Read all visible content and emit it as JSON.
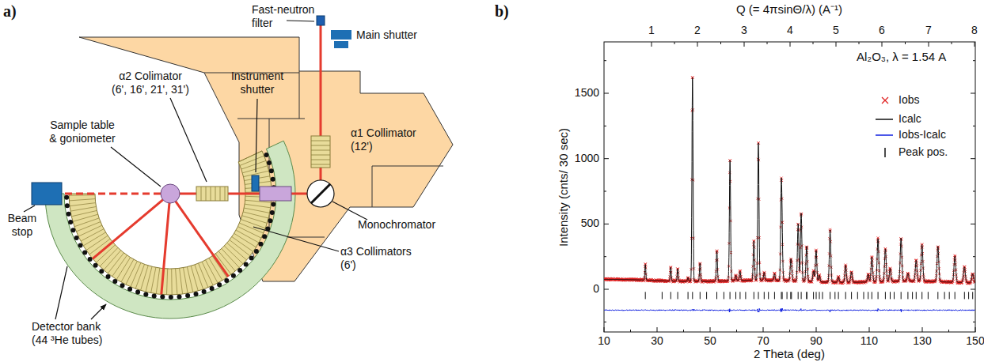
{
  "diagram": {
    "labels": [
      "a)",
      "Fast-neutron filter",
      "Main shutter",
      "Instrument shutter",
      "α2 Colimator (6', 16', 21', 31')",
      "α1 Collimator (12')",
      "Sample table & goniometer",
      "Monochromator",
      "Beam stop",
      "α3 Collimators (6')",
      "Detector bank (44 ³He tubes)",
      "b)",
      "Q (= 4πsinΘ/λ) (A⁻¹)",
      "1",
      "2",
      "3",
      "4",
      "5",
      "6",
      "7",
      "8",
      "Al₂O₃, λ = 1.54 A",
      "1500",
      "1000",
      "500",
      "0",
      "Intensity (cnts/ 30 sec)",
      "10",
      "30",
      "50",
      "70",
      "90",
      "110",
      "130",
      "150",
      "2 Theta (deg)"
    ],
    "legend": [
      {
        "text": "Iobs"
      },
      {
        "text": "Icalc"
      },
      {
        "text": "Iobs-Icalc"
      },
      {
        "text": "Peak pos."
      }
    ]
  }
}
